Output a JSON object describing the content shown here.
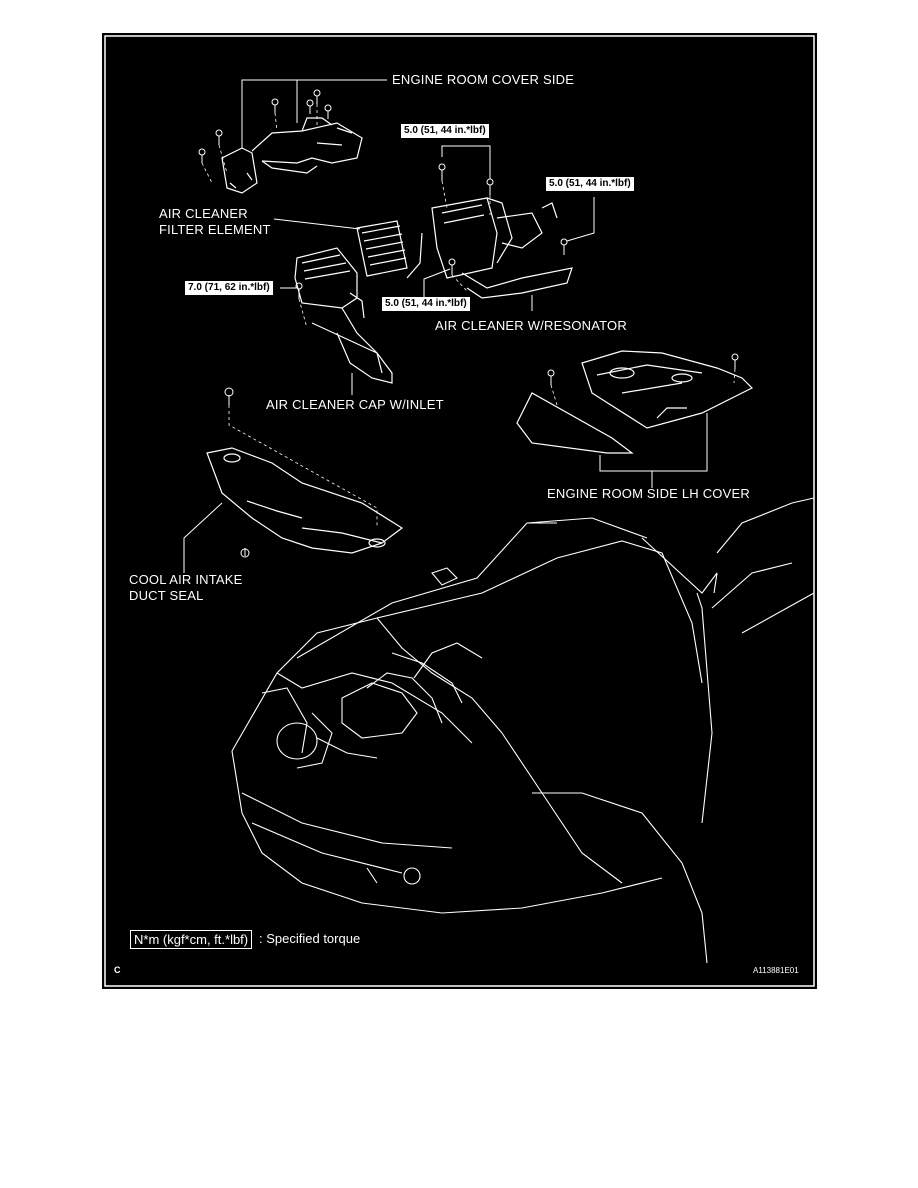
{
  "labels": {
    "engine_room_cover_side": "ENGINE ROOM COVER SIDE",
    "air_cleaner_filter_element": "AIR CLEANER\nFILTER ELEMENT",
    "air_cleaner_w_resonator": "AIR CLEANER W/RESONATOR",
    "air_cleaner_cap_w_inlet": "AIR CLEANER CAP W/INLET",
    "engine_room_side_lh_cover": "ENGINE ROOM SIDE LH COVER",
    "cool_air_intake_duct_seal": "COOL AIR INTAKE\nDUCT SEAL"
  },
  "torque_specs": {
    "upper_resonator": "5.0 (51, 44 in.*lbf)",
    "right_resonator": "5.0 (51, 44 in.*lbf)",
    "lower_resonator": "5.0 (51, 44 in.*lbf)",
    "cap_inlet": "7.0 (71, 62 in.*lbf)"
  },
  "legend": {
    "unit_box": "N*m (kgf*cm, ft.*lbf)",
    "description": ": Specified torque"
  },
  "figure_corner": "C",
  "figure_code": "A113881E01"
}
